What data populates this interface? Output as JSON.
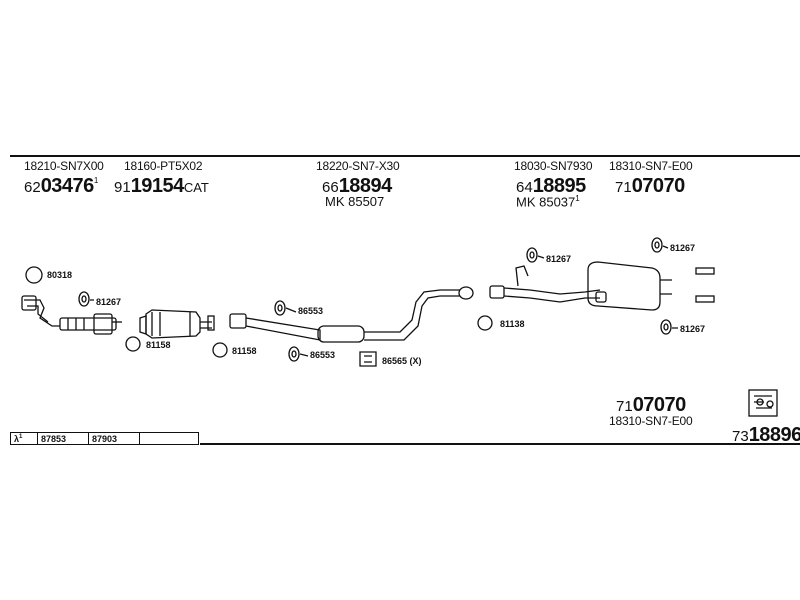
{
  "header_parts": [
    {
      "oem": "18210-SN7X00",
      "num_prefix": "62",
      "num_main": "03476",
      "num_suffix": "",
      "sup": "1",
      "mk": ""
    },
    {
      "oem": "18160-PT5X02",
      "num_prefix": "91",
      "num_main": "19154",
      "num_suffix": "CAT",
      "sup": "",
      "mk": ""
    },
    {
      "oem": "18220-SN7-X30",
      "num_prefix": "66",
      "num_main": "18894",
      "num_suffix": "",
      "sup": "",
      "mk": "MK 85507"
    },
    {
      "oem": "18030-SN7930",
      "num_prefix": "64",
      "num_main": "18895",
      "num_suffix": "",
      "sup": "",
      "mk": "MK 85037",
      "mk_sup": "1"
    },
    {
      "oem": "18310-SN7-E00",
      "num_prefix": "71",
      "num_main": "07070",
      "num_suffix": "",
      "sup": "",
      "mk": ""
    }
  ],
  "callouts": {
    "c80318": "80318",
    "c81267a": "81267",
    "c81158a": "81158",
    "c81158b": "81158",
    "c86553a": "86553",
    "c86553b": "86553",
    "c86565": "86565 (X)",
    "c81138": "81138",
    "c81267b": "81267",
    "c81267c": "81267",
    "c81267d": "81267"
  },
  "bottom_right": {
    "num_prefix": "71",
    "num_main": "07070",
    "oem": "18310-SN7-E00"
  },
  "kit": {
    "num_prefix": "73",
    "num_main": "18896"
  },
  "footer_table": {
    "lambda": "λ",
    "lambda_sup": "1",
    "cells": [
      "87853",
      "87903"
    ]
  },
  "icons": [
    "ring-clamp-icon",
    "rubber-hanger-icon",
    "catalytic-converter-icon",
    "muffler-icon",
    "pipe-kit-icon"
  ]
}
